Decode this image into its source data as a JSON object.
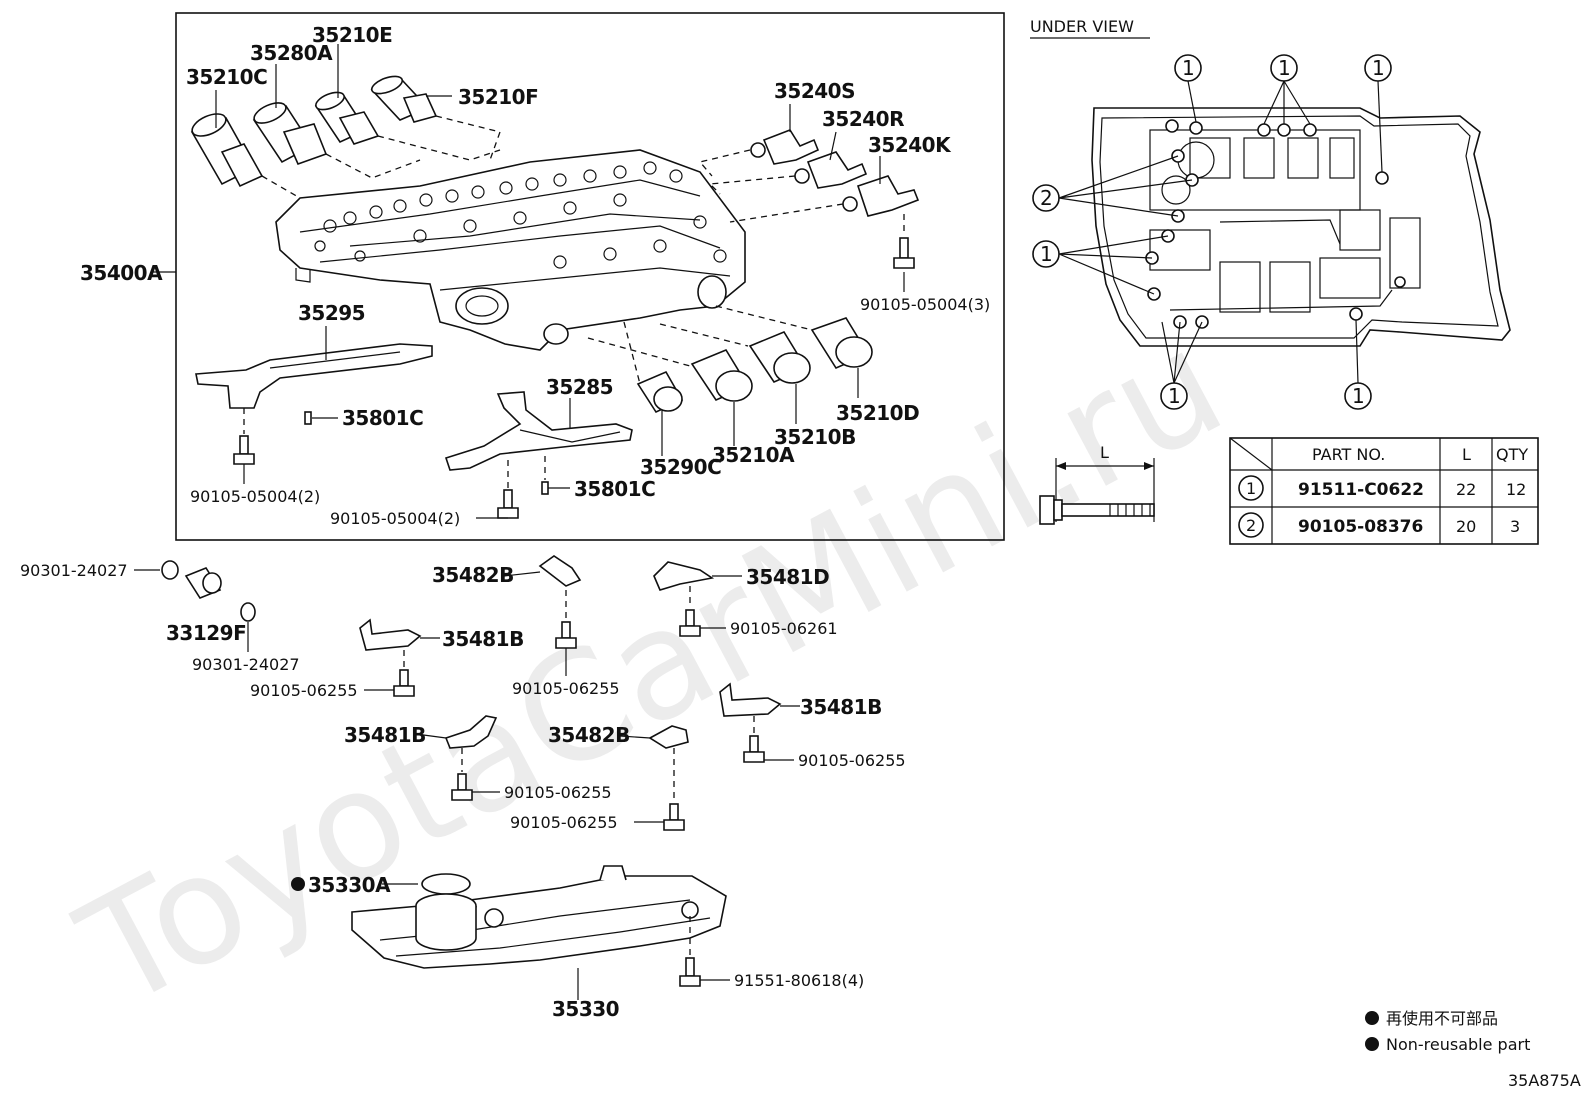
{
  "watermark": "ToyotaCarMini.ru",
  "main_frame_parts": {
    "p35210C": "35210C",
    "p35280A": "35280A",
    "p35210E": "35210E",
    "p35210F": "35210F",
    "p35240S": "35240S",
    "p35240R": "35240R",
    "p35240K": "35240K",
    "p35400A": "35400A",
    "p90105_05004_3": "90105-05004(3)",
    "p35295": "35295",
    "p35801C_a": "35801C",
    "p90105_05004_2a": "90105-05004(2)",
    "p35285": "35285",
    "p35801C_b": "35801C",
    "p90105_05004_2b": "90105-05004(2)",
    "p35290C": "35290C",
    "p35210A": "35210A",
    "p35210B": "35210B",
    "p35210D": "35210D"
  },
  "lower_parts": {
    "p90301_24027_a": "90301-24027",
    "p33129F": "33129F",
    "p90301_24027_b": "90301-24027",
    "p35482B_a": "35482B",
    "p35481D": "35481D",
    "p90105_06261": "90105-06261",
    "p35481B_a": "35481B",
    "p90105_06255_a": "90105-06255",
    "p90105_06255_b": "90105-06255",
    "p35481B_b": "35481B",
    "p35482B_b": "35482B",
    "p35481B_c": "35481B",
    "p90105_06255_c": "90105-06255",
    "p90105_06255_d": "90105-06255",
    "p90105_06255_e": "90105-06255",
    "p35330A": "35330A",
    "p35330": "35330",
    "p91551_80618_4": "91551-80618(4)"
  },
  "under_view": {
    "title": "UNDER VIEW",
    "callouts": [
      "1",
      "1",
      "1",
      "2",
      "1",
      "1",
      "1"
    ]
  },
  "bolt_table": {
    "dimension_label": "L",
    "headers": {
      "part_no": "PART NO.",
      "length": "L",
      "qty": "QTY"
    },
    "rows": [
      {
        "callout": "1",
        "part_no": "91511-C0622",
        "length": "22",
        "qty": "12"
      },
      {
        "callout": "2",
        "part_no": "90105-08376",
        "length": "20",
        "qty": "3"
      }
    ]
  },
  "legend": {
    "line_jp": "再使用不可部品",
    "line_en": "Non-reusable part"
  },
  "diagram_code": "35A875A"
}
